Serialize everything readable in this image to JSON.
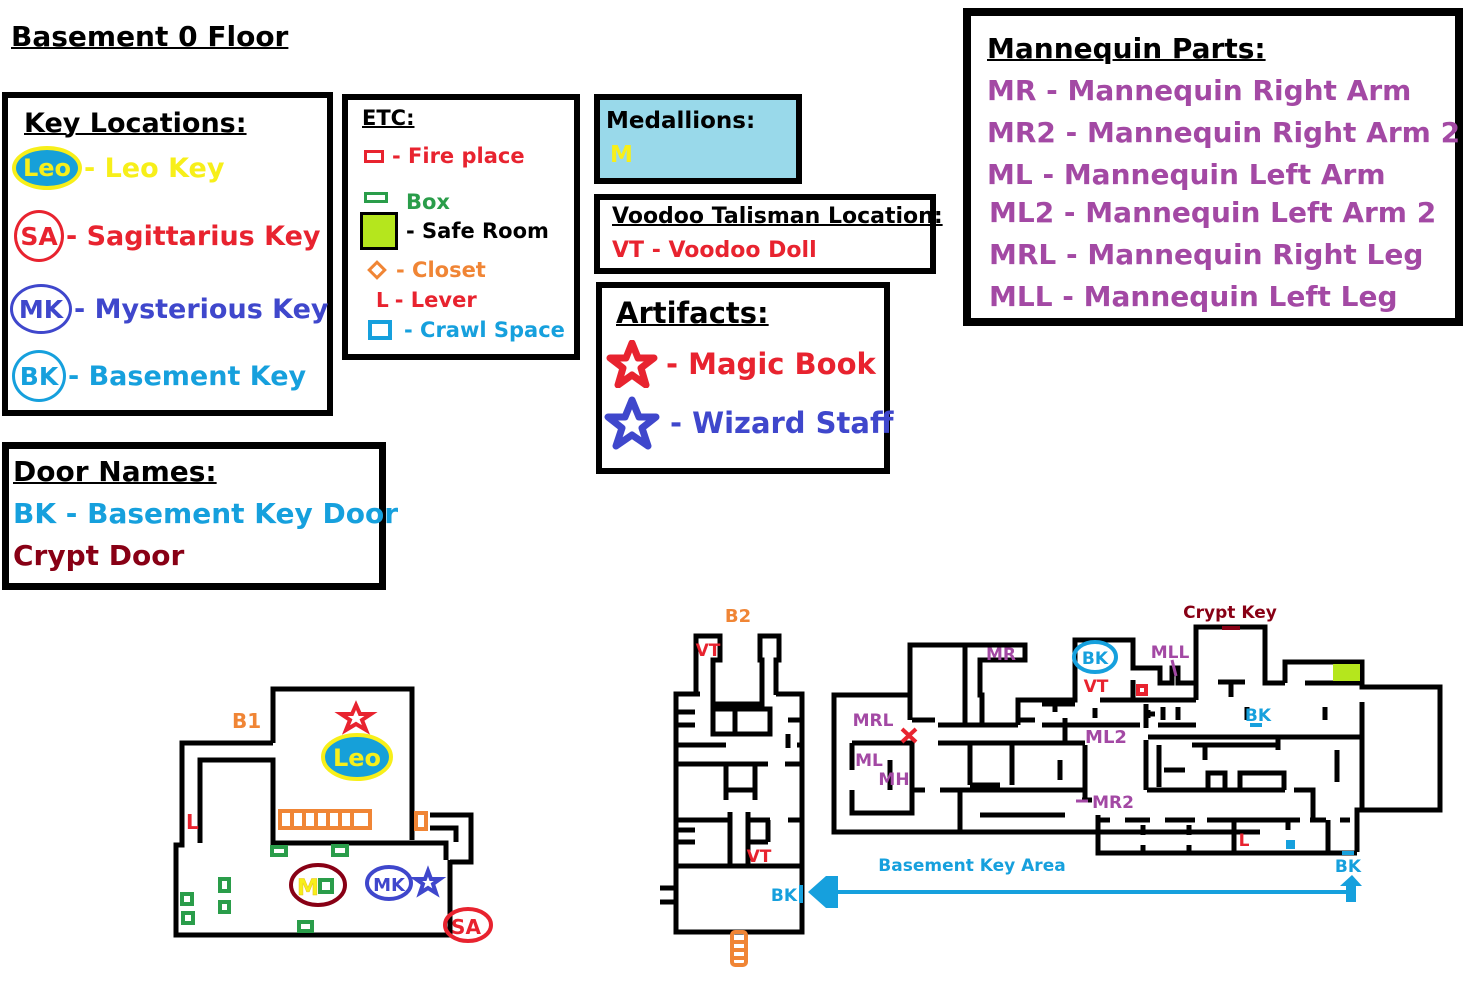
{
  "page_title": "Basement 0 Floor",
  "colors": {
    "leo": "#f7ef1a",
    "leo_fill": "#16a0d9",
    "sagittarius": "#e8232f",
    "mysterious": "#3f47cc",
    "basement": "#16a0dd",
    "fireplace": "#e8232f",
    "box": "#2a9d4a",
    "safe_room": "#b5e61d",
    "closet": "#f08535",
    "lever": "#e8232f",
    "crawl_space": "#16a0dd",
    "medallion_bg": "#99d9ea",
    "medallion": "#f7ef1a",
    "voodoo": "#e8232f",
    "magic_book": "#e8232f",
    "wizard_staff": "#3f47cc",
    "mannequin": "#a349a4",
    "crypt": "#880015",
    "floor_label": "#f08535"
  },
  "key_locations": {
    "title": "Key Locations:",
    "items": [
      {
        "badge": "Leo",
        "label": "- Leo Key"
      },
      {
        "badge": "SA",
        "label": "- Sagittarius Key"
      },
      {
        "badge": "MK",
        "label": "- Mysterious Key"
      },
      {
        "badge": "BK",
        "label": "- Basement Key"
      }
    ]
  },
  "etc": {
    "title": "ETC:",
    "items": [
      {
        "icon": "fireplace-icon",
        "label": "- Fire place"
      },
      {
        "icon": "box-icon",
        "label": "Box"
      },
      {
        "icon": "safe-room-icon",
        "label": "- Safe Room"
      },
      {
        "icon": "closet-icon",
        "label": "- Closet"
      },
      {
        "icon": "lever-icon",
        "glyph": "L",
        "label": "- Lever"
      },
      {
        "icon": "crawl-space-icon",
        "label": "- Crawl Space"
      }
    ]
  },
  "medallions": {
    "title": "Medallions:",
    "symbol": "M"
  },
  "voodoo": {
    "title": "Voodoo Talisman Location:",
    "item": "VT - Voodoo Doll"
  },
  "artifacts": {
    "title": "Artifacts:",
    "items": [
      {
        "icon": "red-star-icon",
        "label": "- Magic Book"
      },
      {
        "icon": "blue-star-icon",
        "label": "- Wizard Staff"
      }
    ]
  },
  "mannequin": {
    "title": "Mannequin Parts:",
    "items": [
      "MR - Mannequin Right Arm",
      "MR2 - Mannequin Right Arm 2",
      "ML - Mannequin Left Arm",
      "ML2 - Mannequin Left Arm 2",
      "MRL - Mannequin Right Leg",
      "MLL - Mannequin Left Leg"
    ]
  },
  "doors": {
    "title": "Door Names:",
    "items": [
      {
        "label": "BK - Basement Key Door",
        "kind": "basement"
      },
      {
        "label": "Crypt Door",
        "kind": "crypt"
      }
    ]
  },
  "map_b1": {
    "label": "B1",
    "lever": "L",
    "leo": "Leo",
    "medallion": "M",
    "mk": "MK",
    "sa": "SA"
  },
  "map_b2": {
    "label": "B2",
    "vt_top": "VT",
    "vt_mid": "VT",
    "bk": "BK"
  },
  "map_main": {
    "crypt_key": "Crypt Key",
    "mr": "MR",
    "bk_circle": "BK",
    "vt": "VT",
    "mll": "MLL",
    "bk_door_top": "BK",
    "mrl": "MRL",
    "ml": "ML",
    "mh": "MH",
    "ml2": "ML2",
    "mr2": "MR2",
    "lever": "L",
    "bk_door_bottom": "BK"
  },
  "bk_area": {
    "label": "Basement Key Area",
    "left_bk": "BK",
    "right_bk": "BK"
  }
}
